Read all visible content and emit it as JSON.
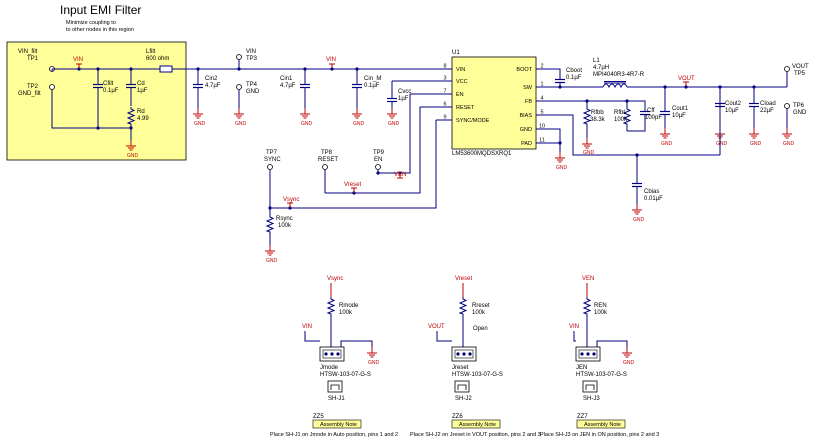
{
  "title": "Input EMI Filter",
  "note": [
    "Minimize coupling to",
    "to other nodes in this region"
  ],
  "tp1": [
    "VIN_filt",
    "TP1"
  ],
  "tp2": [
    "TP2",
    "GND_filt"
  ],
  "vin_label": "VIN",
  "vout_label": "VOUT",
  "vsync_label": "Vsync",
  "vreset_label": "Vreset",
  "ven_label": "VEN",
  "gnd_label": "GND",
  "lfilt": [
    "Lfilt",
    "600 ohm"
  ],
  "cfilt": [
    "Cfilt",
    "0.1µF"
  ],
  "cd": [
    "Cd",
    "1µF"
  ],
  "rd": [
    "Rd",
    "4.99"
  ],
  "cin2": [
    "Cin2",
    "4.7µF"
  ],
  "tp3": [
    "VIN",
    "TP3"
  ],
  "tp4": [
    "TP4",
    "GND"
  ],
  "cin1": [
    "Cin1",
    "4.7µF"
  ],
  "cin_m": [
    "Cin_M",
    "0.1µF"
  ],
  "cvcc": [
    "Cvcc",
    "1µF"
  ],
  "u1": {
    "ref": "U1",
    "part": "LM53600MQDSXRQ1",
    "pins_left": [
      [
        "8",
        "VIN"
      ],
      [
        "3",
        "VCC"
      ],
      [
        "7",
        "EN"
      ],
      [
        "6",
        "RESET"
      ],
      [
        "9",
        "SYNC/MODE"
      ]
    ],
    "pins_right": [
      [
        "2",
        "BOOT"
      ],
      [
        "1",
        "SW"
      ],
      [
        "4",
        "FB"
      ],
      [
        "5",
        "BIAS"
      ],
      [
        "10",
        "GND"
      ],
      [
        "11",
        "PAD"
      ]
    ]
  },
  "cboot": [
    "Cboot",
    "0.1µF"
  ],
  "l1": [
    "L1",
    "4.7µH",
    "MPI4040R3-4R7-R"
  ],
  "rfbb": [
    "Rfbb",
    "38.3k"
  ],
  "rfbt": [
    "Rfbt",
    "100k"
  ],
  "cff": [
    "Cff",
    "100pF"
  ],
  "cout1": [
    "Cout1",
    "10µF"
  ],
  "cout2": [
    "Cout2",
    "10µF"
  ],
  "cload": [
    "Cload",
    "22µF"
  ],
  "cbias": [
    "Cbias",
    "0.01µF"
  ],
  "tp5": [
    "VOUT",
    "TP5"
  ],
  "tp6": [
    "TP6",
    "GND"
  ],
  "tp7": [
    "TP7",
    "SYNC"
  ],
  "tp8": [
    "TP8",
    "RESET"
  ],
  "tp9": [
    "TP9",
    "EN"
  ],
  "rsync": [
    "Rsync",
    "100k"
  ],
  "rmode": [
    "Rmode",
    "100k"
  ],
  "rreset": [
    "Rreset",
    "100k"
  ],
  "ren": [
    "REN",
    "100k"
  ],
  "open_label": "Open",
  "jmode": [
    "Jmode",
    "HTSW-103-07-G-S"
  ],
  "jreset": [
    "Jreset",
    "HTSW-103-07-G-S"
  ],
  "jen": [
    "JEN",
    "HTSW-103-07-G-S"
  ],
  "sh": [
    "SH-J1",
    "SH-J2",
    "SH-J3"
  ],
  "zz": [
    "ZZ5",
    "ZZ6",
    "ZZ7"
  ],
  "assembly_note": "Assembly Note",
  "notes": [
    "Place SH-J1 on Jmode in Auto position, pins 1 and 2",
    "Place SH-J2 on Jreset in VOUT position, pins 2 and 3",
    "Place SH-J3 on JEN in ON position, pins 2 and 3"
  ]
}
